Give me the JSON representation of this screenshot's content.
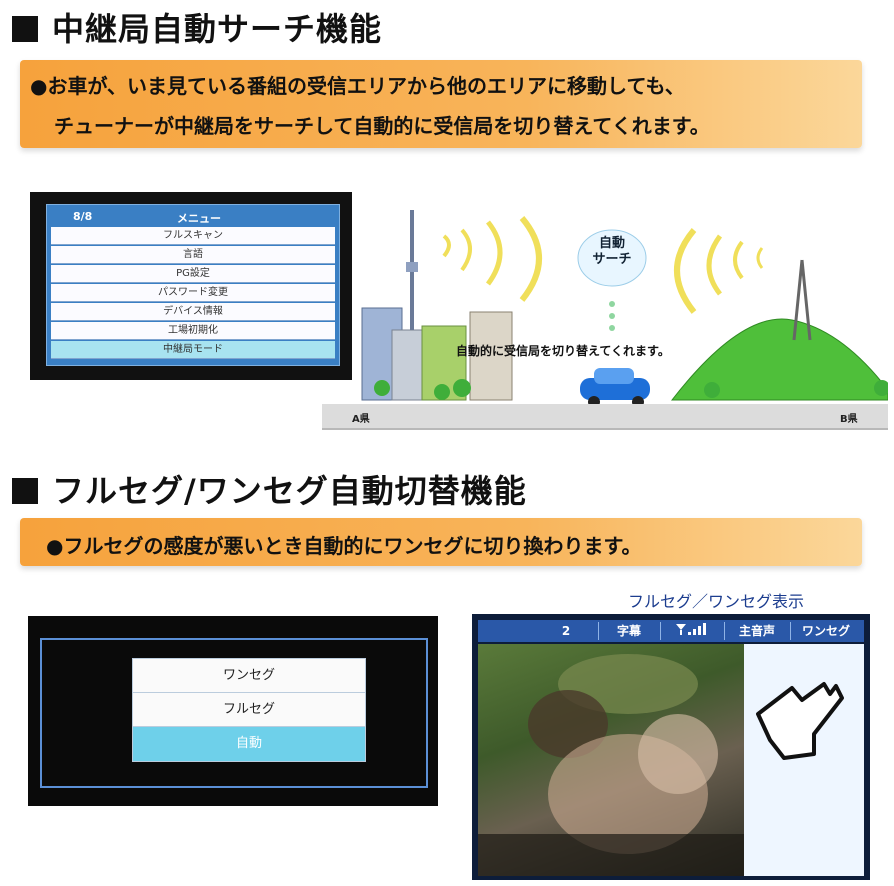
{
  "section1": {
    "title": "中継局自動サーチ機能",
    "desc_line1": "●お車が、いま見ている番組の受信エリアから他のエリアに移動しても、",
    "desc_line2": "チューナーが中継局をサーチして自動的に受信局を切り替えてくれます。"
  },
  "menu": {
    "page": "8/8",
    "header": "メニュー",
    "items": [
      {
        "label": "フルスキャン",
        "selected": false
      },
      {
        "label": "言語",
        "selected": false
      },
      {
        "label": "PG設定",
        "selected": false
      },
      {
        "label": "パスワード変更",
        "selected": false
      },
      {
        "label": "デバイス情報",
        "selected": false
      },
      {
        "label": "工場初期化",
        "selected": false
      },
      {
        "label": "中継局モード",
        "selected": true
      }
    ]
  },
  "illustration": {
    "bubble_line1": "自動",
    "bubble_line2": "サーチ",
    "caption": "自動的に受信局を切り替えてくれます。",
    "left_label": "A県",
    "right_label": "B県"
  },
  "section2": {
    "title": "フルセグ/ワンセグ自動切替機能",
    "desc": "●フルセグの感度が悪いとき自動的にワンセグに切り換わります。"
  },
  "mode_dialog": {
    "options": [
      {
        "label": "ワンセグ",
        "selected": false
      },
      {
        "label": "フルセグ",
        "selected": false
      },
      {
        "label": "自動",
        "selected": true
      }
    ]
  },
  "tv": {
    "caption": "フルセグ／ワンセグ表示",
    "channel": "2",
    "subtitle_label": "字幕",
    "audio_label": "主音声",
    "mode_label": "ワンセグ"
  },
  "colors": {
    "band": "#f6a23c",
    "menu_blue": "#3a7fc4",
    "selected_cyan": "#a8e3f0",
    "tv_caption": "#1c3d8f"
  }
}
